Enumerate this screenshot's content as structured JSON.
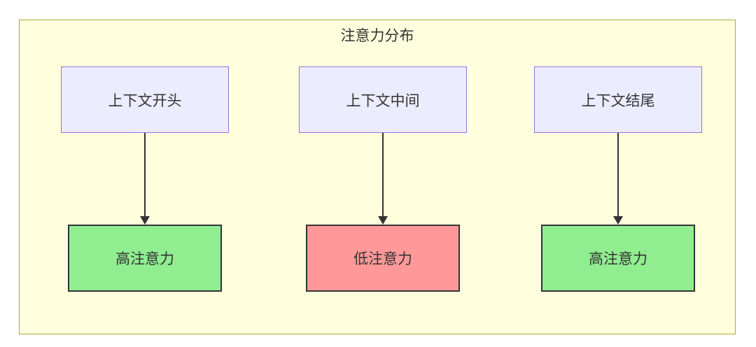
{
  "diagram": {
    "title": "注意力分布",
    "columns": [
      {
        "source": "上下文开头",
        "target": "高注意力",
        "target_type": "high"
      },
      {
        "source": "上下文中间",
        "target": "低注意力",
        "target_type": "low"
      },
      {
        "source": "上下文结尾",
        "target": "高注意力",
        "target_type": "high"
      }
    ],
    "colors": {
      "container_bg": "#ffffde",
      "container_border": "#aaaa33",
      "source_bg": "#ececff",
      "source_border": "#9370db",
      "high_bg": "#90ee90",
      "low_bg": "#ff9999",
      "target_border": "#333333",
      "arrow": "#333333",
      "text": "#333333"
    }
  }
}
